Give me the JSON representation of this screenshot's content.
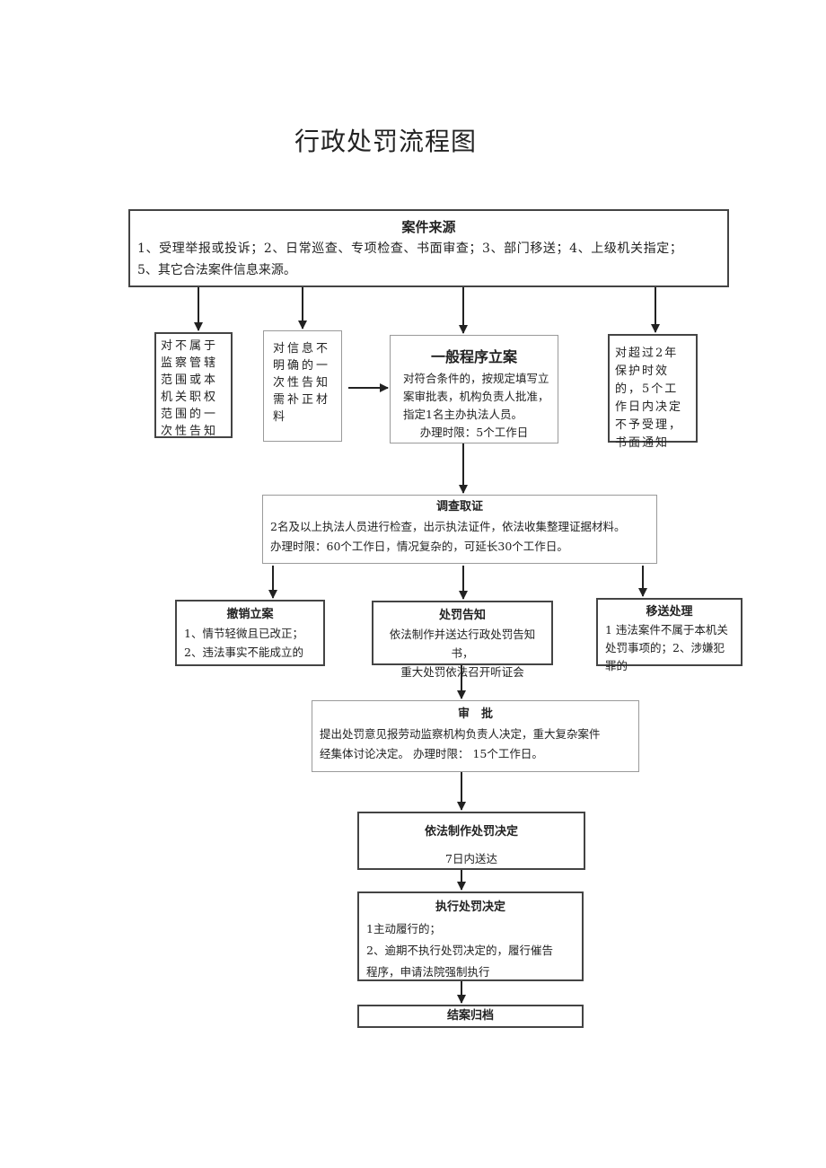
{
  "title": "行政处罚流程图",
  "source": {
    "heading": "案件来源",
    "line1": "1、受理举报或投诉；2、日常巡查、专项检查、书面审查；3、部门移送；4、上级机关指定；",
    "line2": "5、其它合法案件信息来源。"
  },
  "not_jurisdiction": {
    "text": "对不属于监察管辖范围或本机关职权范围的一次性告知"
  },
  "incomplete_info": {
    "text": "对信息不明确的一次性告知需补正材料"
  },
  "general_case": {
    "heading": "一般程序立案",
    "body": "对符合条件的，按规定填写立案审批表，机构负责人批准，指定1名主办执法人员。",
    "limit": "办理时限：5个工作日"
  },
  "over_limit": {
    "text": "对超过2年保护时效的，5个工作日内决定不予受理，书面通知"
  },
  "investigation": {
    "heading": "调查取证",
    "line1": "2名及以上执法人员进行检查，出示执法证件，依法收集整理证据材料。",
    "line2": "办理时限：60个工作日，情况复杂的，可延长30个工作日。"
  },
  "revoke": {
    "heading": "撤销立案",
    "line1": "1、情节轻微且已改正；",
    "line2": "2、违法事实不能成立的"
  },
  "penalty_notice": {
    "heading": "处罚告知",
    "line1": "依法制作并送达行政处罚告知书，",
    "line2": "重大处罚依法召开听证会"
  },
  "transfer": {
    "heading": "移送处理",
    "text": "1 违法案件不属于本机关处罚事项的；2、涉嫌犯罪的"
  },
  "approval": {
    "heading": "审　批",
    "line1": "提出处罚意见报劳动监察机构负责人决定，重大复杂案件",
    "line2": "经集体讨论决定。 办理时限： 15个工作日。"
  },
  "decision": {
    "heading": "依法制作处罚决定",
    "sub": "7日内送达"
  },
  "execute": {
    "heading": "执行处罚决定",
    "line1": "1主动履行的；",
    "line2": "2、逾期不执行处罚决定的，履行催告",
    "line3": "程序，申请法院强制执行"
  },
  "archive": {
    "heading": "结案归档"
  }
}
